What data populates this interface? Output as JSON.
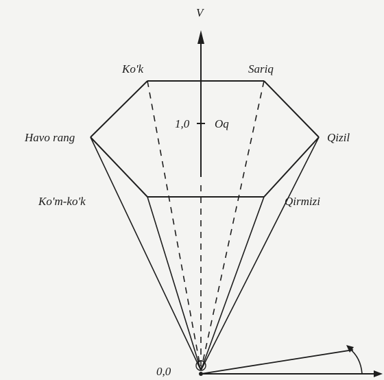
{
  "diagram": {
    "labels": {
      "axis_v": "V",
      "kok": "Ko'k",
      "sariq": "Sariq",
      "havo_rang": "Havo rang",
      "qizil": "Qizil",
      "one_value": "1,0",
      "oq": "Oq",
      "kom_kok": "Ko'm-ko'k",
      "qirmizi": "Qirmizi",
      "origin": "0,0"
    },
    "colors": {
      "ink": "#1e1e1e",
      "background": "#f4f4f2"
    }
  }
}
